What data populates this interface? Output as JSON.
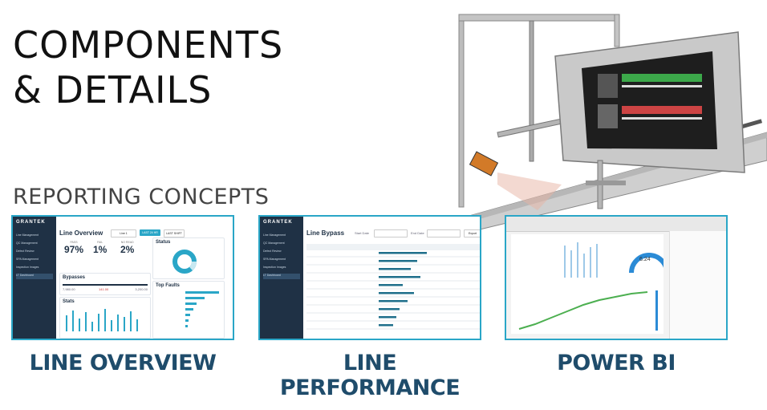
{
  "heading": {
    "line1": "COMPONENTS",
    "line2": "& DETAILS"
  },
  "subheading": "REPORTING CONCEPTS",
  "cards": [
    {
      "caption": "LINE OVERVIEW"
    },
    {
      "caption": "LINE PERFORMANCE"
    },
    {
      "caption": "POWER BI"
    }
  ],
  "line_overview": {
    "logo": "GRANTEK",
    "sidebar": [
      "Line Management",
      "QC Management",
      "Defect Review",
      "SPA Management",
      "Inspection Images",
      "LT Dashboard"
    ],
    "title": "Line Overview",
    "select": "Line 1",
    "btn_primary": "LAST 24 HR",
    "btn_secondary": "LAST SHIFT",
    "kpis": [
      {
        "label": "PASS",
        "value": "97%"
      },
      {
        "label": "FAIL",
        "value": "1%"
      },
      {
        "label": "NO READ",
        "value": "2%"
      }
    ],
    "status_title": "Status",
    "bypasses_title": "Bypasses",
    "stats_title": "Stats",
    "top_faults_title": "Top Faults",
    "bypass_counts": [
      "7,980.00",
      "141.00",
      "3,200.00"
    ],
    "accent": "#2aa6c7",
    "navy": "#1f3145"
  },
  "line_performance": {
    "logo": "GRANTEK",
    "title": "Line Bypass",
    "start_label": "Start Date",
    "end_label": "End Date",
    "export": "Export"
  },
  "power_bi": {
    "gauge_value": "6.24"
  }
}
